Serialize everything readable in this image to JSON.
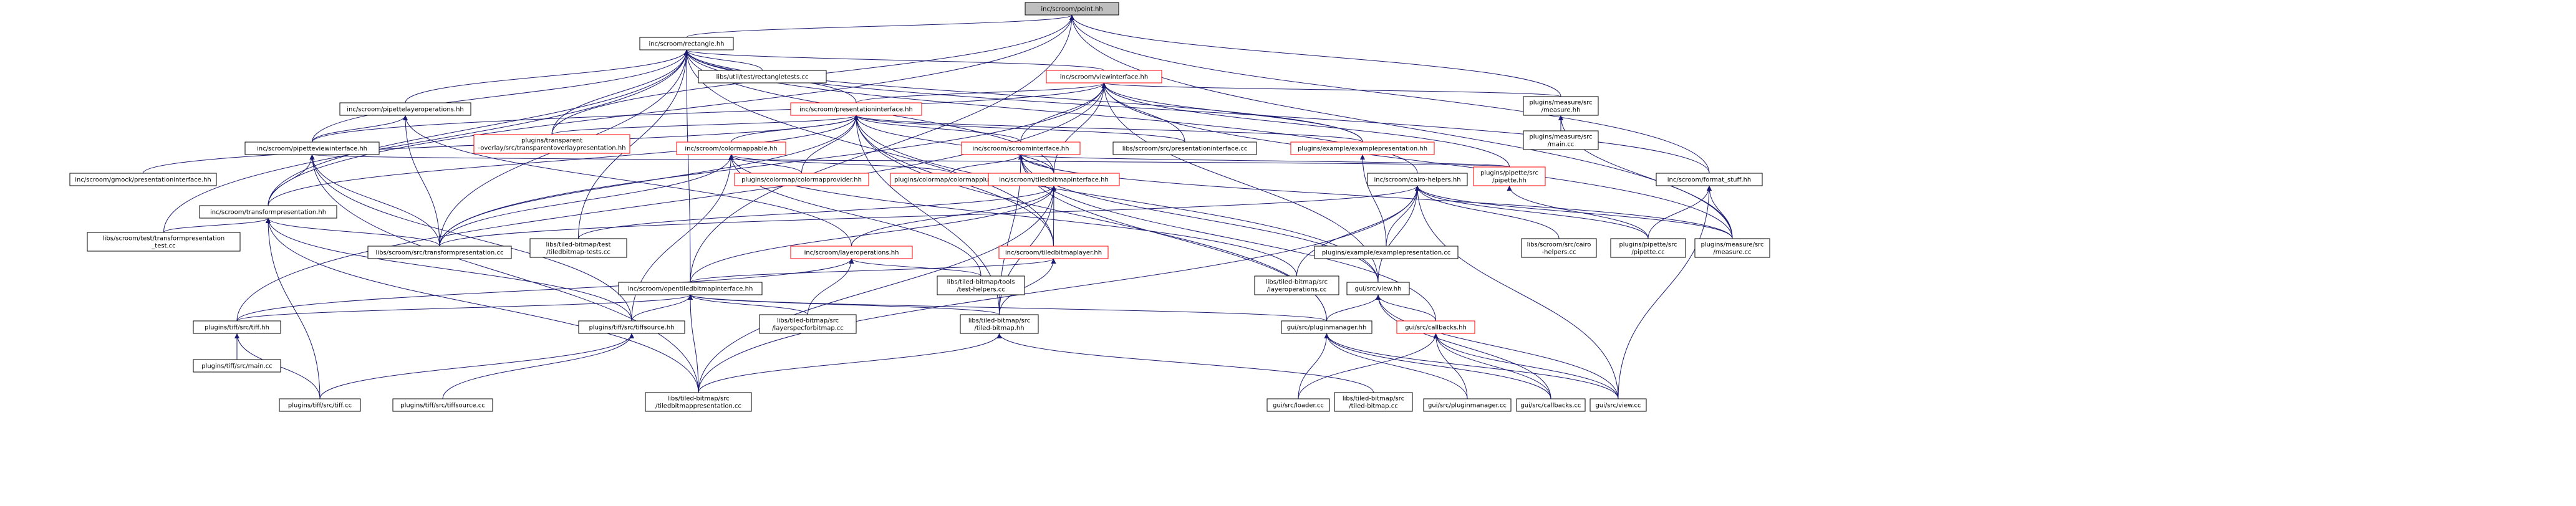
{
  "colors": {
    "edge": "#191970",
    "node_border_normal": "#000000",
    "node_border_truncated": "#ff0000",
    "node_fill": "#ffffff",
    "root_fill": "#bfbfbf",
    "text": "#000000"
  },
  "nodes": [
    {
      "id": "point",
      "lines": [
        "inc/scroom/point.hh"
      ],
      "root": true
    },
    {
      "id": "rectangle",
      "lines": [
        "inc/scroom/rectangle.hh"
      ]
    },
    {
      "id": "rectangletests",
      "lines": [
        "libs/util/test/rectangletests.cc"
      ]
    },
    {
      "id": "viewinterface",
      "lines": [
        "inc/scroom/viewinterface.hh"
      ],
      "truncated": true
    },
    {
      "id": "pipettelayerops",
      "lines": [
        "inc/scroom/pipettelayeroperations.hh"
      ]
    },
    {
      "id": "presentationinterface",
      "lines": [
        "inc/scroom/presentationinterface.hh"
      ],
      "truncated": true
    },
    {
      "id": "measure_hh",
      "lines": [
        "plugins/measure/src",
        "/measure.hh"
      ]
    },
    {
      "id": "measure_main",
      "lines": [
        "plugins/measure/src",
        "/main.cc"
      ]
    },
    {
      "id": "pipetteviewinterface",
      "lines": [
        "inc/scroom/pipetteviewinterface.hh"
      ]
    },
    {
      "id": "transparent_overlay",
      "lines": [
        "plugins/transparent",
        "-overlay/src/transparentoverlaypresentation.hh"
      ],
      "truncated": true
    },
    {
      "id": "colormappable",
      "lines": [
        "inc/scroom/colormappable.hh"
      ],
      "truncated": true
    },
    {
      "id": "scroominterface",
      "lines": [
        "inc/scroom/scroominterface.hh"
      ],
      "truncated": true
    },
    {
      "id": "presentationinterface_cc",
      "lines": [
        "libs/scroom/src/presentationinterface.cc"
      ]
    },
    {
      "id": "examplepresentation_hh",
      "lines": [
        "plugins/example/examplepresentation.hh"
      ],
      "truncated": true
    },
    {
      "id": "format_stuff",
      "lines": [
        "inc/scroom/format_stuff.hh"
      ]
    },
    {
      "id": "gmock_presentationinterface",
      "lines": [
        "inc/scroom/gmock/presentationinterface.hh"
      ]
    },
    {
      "id": "transformpresentation_hh",
      "lines": [
        "inc/scroom/transformpresentation.hh"
      ]
    },
    {
      "id": "colormapprovider",
      "lines": [
        "plugins/colormap/colormapprovider.hh"
      ],
      "truncated": true
    },
    {
      "id": "colormapplugin",
      "lines": [
        "plugins/colormap/colormapplugin.hh"
      ],
      "truncated": true
    },
    {
      "id": "tiledbitmapinterface",
      "lines": [
        "inc/scroom/tiledbitmapinterface.hh"
      ],
      "truncated": true
    },
    {
      "id": "cairo_helpers",
      "lines": [
        "inc/scroom/cairo-helpers.hh"
      ]
    },
    {
      "id": "pipette_hh",
      "lines": [
        "plugins/pipette/src",
        "/pipette.hh"
      ],
      "truncated": true
    },
    {
      "id": "test_transformpresentation",
      "lines": [
        "libs/scroom/test/transformpresentation",
        "_test.cc"
      ]
    },
    {
      "id": "transformpresentation_cc",
      "lines": [
        "libs/scroom/src/transformpresentation.cc"
      ]
    },
    {
      "id": "tiledbitmap_tests",
      "lines": [
        "libs/tiled-bitmap/test",
        "/tiledbitmap-tests.cc"
      ]
    },
    {
      "id": "layeroperations_hh",
      "lines": [
        "inc/scroom/layeroperations.hh"
      ],
      "truncated": true
    },
    {
      "id": "tiledbitmaplayer",
      "lines": [
        "inc/scroom/tiledbitmaplayer.hh"
      ],
      "truncated": true
    },
    {
      "id": "exampleexample_cc",
      "lines": [
        "plugins/example/examplepresentation.cc"
      ]
    },
    {
      "id": "cairo_helpers_cc",
      "lines": [
        "libs/scroom/src/cairo",
        "-helpers.cc"
      ]
    },
    {
      "id": "pipette_cc",
      "lines": [
        "plugins/pipette/src",
        "/pipette.cc"
      ]
    },
    {
      "id": "measure_cc",
      "lines": [
        "plugins/measure/src",
        "/measure.cc"
      ]
    },
    {
      "id": "opentiledbitmapinterface",
      "lines": [
        "inc/scroom/opentiledbitmapinterface.hh"
      ]
    },
    {
      "id": "tools_test_helpers",
      "lines": [
        "libs/tiled-bitmap/tools",
        "/test-helpers.cc"
      ]
    },
    {
      "id": "tb_layeroperations_cc",
      "lines": [
        "libs/tiled-bitmap/src",
        "/layeroperations.cc"
      ]
    },
    {
      "id": "view_hh",
      "lines": [
        "gui/src/view.hh"
      ]
    },
    {
      "id": "tiff_hh",
      "lines": [
        "plugins/tiff/src/tiff.hh"
      ]
    },
    {
      "id": "tiffsource_hh",
      "lines": [
        "plugins/tiff/src/tiffsource.hh"
      ]
    },
    {
      "id": "layerspecforbitmap",
      "lines": [
        "libs/tiled-bitmap/src",
        "/layerspecforbitmap.cc"
      ]
    },
    {
      "id": "tiled_bitmap_hh",
      "lines": [
        "libs/tiled-bitmap/src",
        "/tiled-bitmap.hh"
      ]
    },
    {
      "id": "pluginmanager_hh",
      "lines": [
        "gui/src/pluginmanager.hh"
      ]
    },
    {
      "id": "callbacks_hh",
      "lines": [
        "gui/src/callbacks.hh"
      ],
      "truncated": true
    },
    {
      "id": "tiff_main",
      "lines": [
        "plugins/tiff/src/main.cc"
      ]
    },
    {
      "id": "tiff_cc",
      "lines": [
        "plugins/tiff/src/tiff.cc"
      ]
    },
    {
      "id": "tiffsource_cc",
      "lines": [
        "plugins/tiff/src/tiffsource.cc"
      ]
    },
    {
      "id": "tiledbitmappresentation",
      "lines": [
        "libs/tiled-bitmap/src",
        "/tiledbitmappresentation.cc"
      ]
    },
    {
      "id": "loader_cc",
      "lines": [
        "gui/src/loader.cc"
      ]
    },
    {
      "id": "tiled_bitmap_cc",
      "lines": [
        "libs/tiled-bitmap/src",
        "/tiled-bitmap.cc"
      ]
    },
    {
      "id": "pluginmanager_cc",
      "lines": [
        "gui/src/pluginmanager.cc"
      ]
    },
    {
      "id": "callbacks_cc",
      "lines": [
        "gui/src/callbacks.cc"
      ]
    },
    {
      "id": "view_cc",
      "lines": [
        "gui/src/view.cc"
      ]
    }
  ],
  "edges": [
    [
      "point",
      "rectangle"
    ],
    [
      "point",
      "transparent_overlay"
    ],
    [
      "point",
      "transformpresentation_hh"
    ],
    [
      "point",
      "measure_hh"
    ],
    [
      "point",
      "measure_cc"
    ],
    [
      "point",
      "format_stuff"
    ],
    [
      "point",
      "opentiledbitmapinterface"
    ],
    [
      "rectangle",
      "rectangletests"
    ],
    [
      "rectangle",
      "viewinterface"
    ],
    [
      "rectangle",
      "pipettelayerops"
    ],
    [
      "rectangle",
      "presentationinterface"
    ],
    [
      "rectangle",
      "pipetteviewinterface"
    ],
    [
      "rectangle",
      "transparent_overlay"
    ],
    [
      "rectangle",
      "examplepresentation_hh"
    ],
    [
      "rectangle",
      "transformpresentation_hh"
    ],
    [
      "rectangle",
      "tiledbitmapinterface"
    ],
    [
      "rectangle",
      "cairo_helpers"
    ],
    [
      "rectangle",
      "format_stuff"
    ],
    [
      "rectangle",
      "transformpresentation_cc"
    ],
    [
      "rectangle",
      "tiledbitmap_tests"
    ],
    [
      "rectangle",
      "tiledbitmaplayer"
    ],
    [
      "rectangle",
      "opentiledbitmapinterface"
    ],
    [
      "rectangle",
      "test_transformpresentation"
    ],
    [
      "viewinterface",
      "presentationinterface"
    ],
    [
      "viewinterface",
      "measure_hh"
    ],
    [
      "viewinterface",
      "scroominterface"
    ],
    [
      "viewinterface",
      "presentationinterface_cc"
    ],
    [
      "viewinterface",
      "examplepresentation_hh"
    ],
    [
      "viewinterface",
      "pipette_hh"
    ],
    [
      "viewinterface",
      "tiledbitmapinterface"
    ],
    [
      "viewinterface",
      "transformpresentation_cc"
    ],
    [
      "viewinterface",
      "view_hh"
    ],
    [
      "viewinterface",
      "measure_cc"
    ],
    [
      "viewinterface",
      "pipetteviewinterface"
    ],
    [
      "viewinterface",
      "tiff_hh"
    ],
    [
      "pipettelayerops",
      "pipetteviewinterface"
    ],
    [
      "pipettelayerops",
      "transformpresentation_cc"
    ],
    [
      "pipettelayerops",
      "layeroperations_hh"
    ],
    [
      "presentationinterface",
      "transparent_overlay"
    ],
    [
      "presentationinterface",
      "colormappable"
    ],
    [
      "presentationinterface",
      "scroominterface"
    ],
    [
      "presentationinterface",
      "presentationinterface_cc"
    ],
    [
      "presentationinterface",
      "examplepresentation_hh"
    ],
    [
      "presentationinterface",
      "gmock_presentationinterface"
    ],
    [
      "presentationinterface",
      "transformpresentation_hh"
    ],
    [
      "presentationinterface",
      "colormapprovider"
    ],
    [
      "presentationinterface",
      "tiledbitmapinterface"
    ],
    [
      "presentationinterface",
      "transformpresentation_cc"
    ],
    [
      "presentationinterface",
      "tiledbitmaplayer"
    ],
    [
      "presentationinterface",
      "view_hh"
    ],
    [
      "presentationinterface",
      "pluginmanager_hh"
    ],
    [
      "presentationinterface",
      "tiled_bitmap_hh"
    ],
    [
      "measure_hh",
      "measure_main"
    ],
    [
      "measure_hh",
      "measure_cc"
    ],
    [
      "pipetteviewinterface",
      "transformpresentation_hh"
    ],
    [
      "pipetteviewinterface",
      "transformpresentation_cc"
    ],
    [
      "pipetteviewinterface",
      "pipette_hh"
    ],
    [
      "pipetteviewinterface",
      "tiffsource_hh"
    ],
    [
      "pipetteviewinterface",
      "tiledbitmappresentation"
    ],
    [
      "colormappable",
      "colormapprovider"
    ],
    [
      "colormappable",
      "colormapplugin"
    ],
    [
      "colormappable",
      "transformpresentation_cc"
    ],
    [
      "colormappable",
      "tiffsource_hh"
    ],
    [
      "colormappable",
      "tools_test_helpers"
    ],
    [
      "colormappable",
      "tb_layeroperations_cc"
    ],
    [
      "scroominterface",
      "colormapplugin"
    ],
    [
      "scroominterface",
      "tiledbitmapinterface"
    ],
    [
      "scroominterface",
      "pipette_hh"
    ],
    [
      "scroominterface",
      "view_hh"
    ],
    [
      "scroominterface",
      "pluginmanager_hh"
    ],
    [
      "scroominterface",
      "callbacks_hh"
    ],
    [
      "scroominterface",
      "tiled_bitmap_hh"
    ],
    [
      "scroominterface",
      "measure_cc"
    ],
    [
      "examplepresentation_hh",
      "exampleexample_cc"
    ],
    [
      "format_stuff",
      "measure_cc"
    ],
    [
      "format_stuff",
      "pipette_cc"
    ],
    [
      "format_stuff",
      "view_cc"
    ],
    [
      "transformpresentation_hh",
      "transformpresentation_cc"
    ],
    [
      "transformpresentation_hh",
      "test_transformpresentation"
    ],
    [
      "transformpresentation_hh",
      "tiffsource_hh"
    ],
    [
      "transformpresentation_hh",
      "tiff_cc"
    ],
    [
      "transformpresentation_hh",
      "tiledbitmappresentation"
    ],
    [
      "tiledbitmapinterface",
      "tiledbitmap_tests"
    ],
    [
      "tiledbitmapinterface",
      "layeroperations_hh"
    ],
    [
      "tiledbitmapinterface",
      "tiledbitmaplayer"
    ],
    [
      "tiledbitmapinterface",
      "tiledbitmappresentation"
    ],
    [
      "tiledbitmapinterface",
      "tiled_bitmap_hh"
    ],
    [
      "tiledbitmapinterface",
      "opentiledbitmapinterface"
    ],
    [
      "cairo_helpers",
      "exampleexample_cc"
    ],
    [
      "cairo_helpers",
      "cairo_helpers_cc"
    ],
    [
      "cairo_helpers",
      "pipette_cc"
    ],
    [
      "cairo_helpers",
      "measure_cc"
    ],
    [
      "cairo_helpers",
      "tb_layeroperations_cc"
    ],
    [
      "cairo_helpers",
      "view_hh"
    ],
    [
      "cairo_helpers",
      "tiledbitmappresentation"
    ],
    [
      "cairo_helpers",
      "transformpresentation_cc"
    ],
    [
      "cairo_helpers",
      "view_cc"
    ],
    [
      "pipette_hh",
      "pipette_cc"
    ],
    [
      "layeroperations_hh",
      "tools_test_helpers"
    ],
    [
      "layeroperations_hh",
      "layerspecforbitmap"
    ],
    [
      "layeroperations_hh",
      "tiff_hh"
    ],
    [
      "tiledbitmaplayer",
      "opentiledbitmapinterface"
    ],
    [
      "tiledbitmaplayer",
      "tiled_bitmap_hh"
    ],
    [
      "opentiledbitmapinterface",
      "tiff_hh"
    ],
    [
      "opentiledbitmapinterface",
      "tiffsource_hh"
    ],
    [
      "opentiledbitmapinterface",
      "layerspecforbitmap"
    ],
    [
      "opentiledbitmapinterface",
      "tiled_bitmap_hh"
    ],
    [
      "opentiledbitmapinterface",
      "pluginmanager_hh"
    ],
    [
      "opentiledbitmapinterface",
      "tiledbitmappresentation"
    ],
    [
      "view_hh",
      "pluginmanager_hh"
    ],
    [
      "view_hh",
      "callbacks_hh"
    ],
    [
      "view_hh",
      "view_cc"
    ],
    [
      "view_hh",
      "callbacks_cc"
    ],
    [
      "tiff_hh",
      "tiff_main"
    ],
    [
      "tiff_hh",
      "tiff_cc"
    ],
    [
      "tiffsource_hh",
      "tiffsource_cc"
    ],
    [
      "tiffsource_hh",
      "tiff_cc"
    ],
    [
      "tiled_bitmap_hh",
      "tiledbitmappresentation"
    ],
    [
      "tiled_bitmap_hh",
      "tiled_bitmap_cc"
    ],
    [
      "pluginmanager_hh",
      "loader_cc"
    ],
    [
      "pluginmanager_hh",
      "pluginmanager_cc"
    ],
    [
      "pluginmanager_hh",
      "callbacks_cc"
    ],
    [
      "pluginmanager_hh",
      "view_cc"
    ],
    [
      "callbacks_hh",
      "loader_cc"
    ],
    [
      "callbacks_hh",
      "pluginmanager_cc"
    ],
    [
      "callbacks_hh",
      "callbacks_cc"
    ],
    [
      "callbacks_hh",
      "view_cc"
    ]
  ]
}
